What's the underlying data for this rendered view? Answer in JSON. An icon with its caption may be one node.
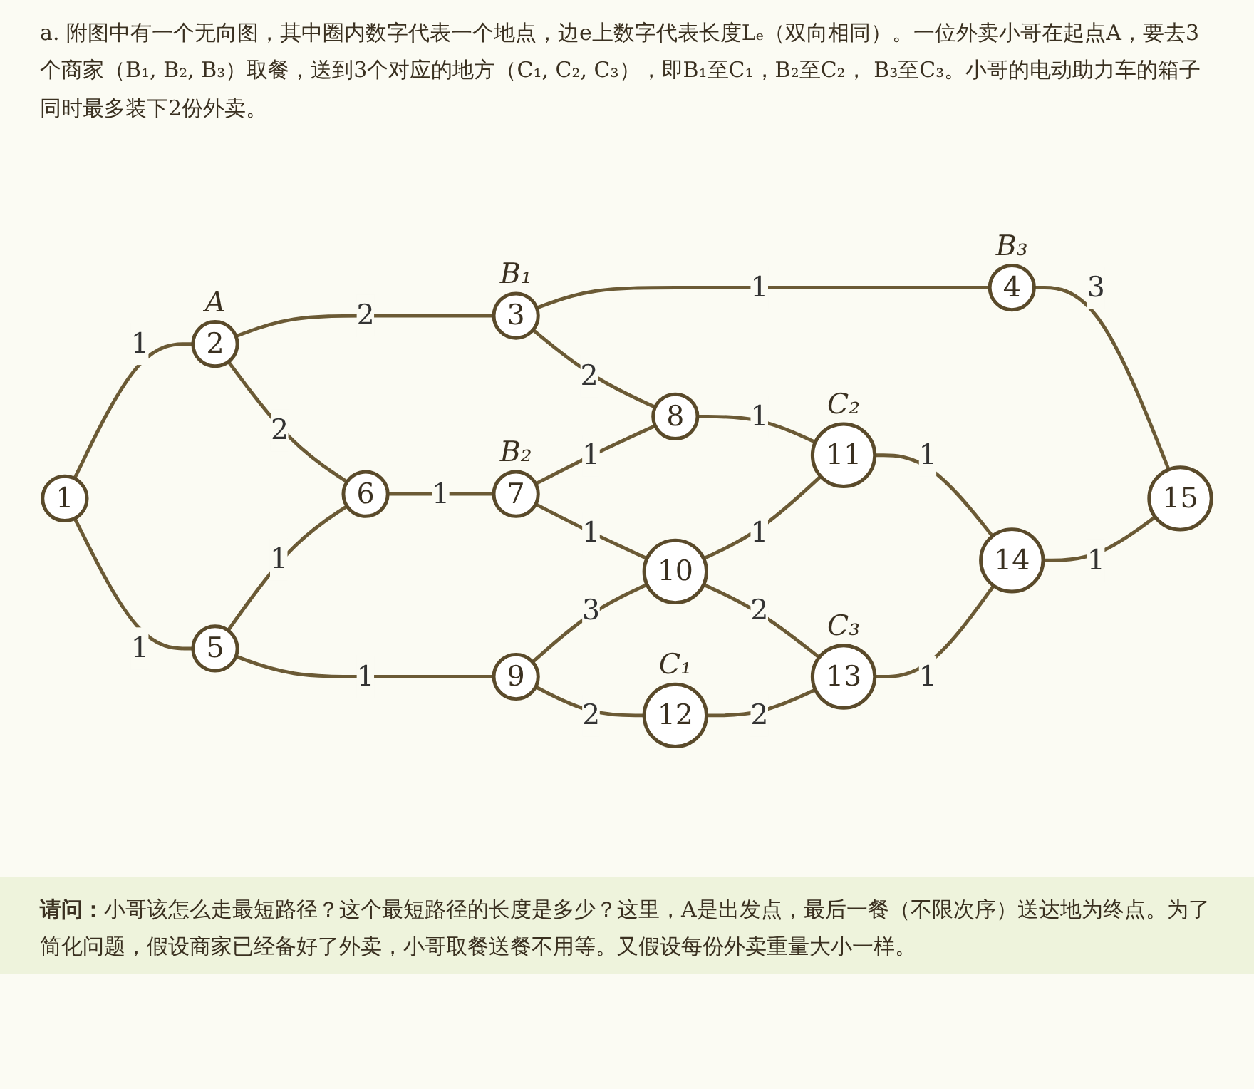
{
  "diagram": {
    "nodes": [
      {
        "text": [
          "1"
        ]
      },
      {
        "text": [
          "2"
        ],
        "beside": [
          "A"
        ]
      },
      {
        "text": [
          "3"
        ],
        "beside": [
          "B₁"
        ]
      },
      {
        "text": [
          "4"
        ],
        "beside": [
          "B₃"
        ]
      },
      {
        "text": [
          "5"
        ]
      },
      {
        "text": [
          "6"
        ]
      },
      {
        "text": [
          "7"
        ],
        "beside": [
          "B₂"
        ]
      },
      {
        "text": [
          "8"
        ]
      },
      {
        "text": [
          "9"
        ]
      },
      {
        "text": [
          "10"
        ]
      },
      {
        "text": [
          "11"
        ],
        "beside": [
          "C₂"
        ]
      },
      {
        "text": [
          "12"
        ],
        "beside": [
          "C₁"
        ]
      },
      {
        "text": [
          "13"
        ],
        "beside": [
          "C₃"
        ]
      },
      {
        "text": [
          "14"
        ]
      },
      {
        "text": [
          "15"
        ]
      }
    ],
    "edges": [
      {
        "from": 0,
        "to": 1,
        "arrow": "none",
        "label": "1"
      },
      {
        "from": 1,
        "to": 2,
        "arrow": "none",
        "label": "2"
      },
      {
        "from": 2,
        "to": 3,
        "arrow": "none",
        "label": "1"
      },
      {
        "from": 0,
        "to": 4,
        "arrow": "none",
        "label": "1"
      },
      {
        "from": 1,
        "to": 5,
        "arrow": "none",
        "label": "2"
      },
      {
        "from": 2,
        "to": 7,
        "arrow": "none",
        "label": "2"
      },
      {
        "from": 3,
        "to": 14,
        "arrow": "none",
        "label": "3"
      },
      {
        "from": 4,
        "to": 5,
        "arrow": "none",
        "label": "1"
      },
      {
        "from": 5,
        "to": 6,
        "arrow": "none",
        "label": "1"
      },
      {
        "from": 6,
        "to": 7,
        "arrow": "none",
        "label": "1"
      },
      {
        "from": 4,
        "to": 8,
        "arrow": "none",
        "label": "1"
      },
      {
        "from": 6,
        "to": 9,
        "arrow": "none",
        "label": "1"
      },
      {
        "from": 7,
        "to": 10,
        "arrow": "none",
        "label": "1"
      },
      {
        "from": 8,
        "to": 9,
        "arrow": "none",
        "label": "3"
      },
      {
        "from": 9,
        "to": 10,
        "arrow": "none",
        "label": "1"
      },
      {
        "from": 8,
        "to": 11,
        "arrow": "none",
        "label": "2"
      },
      {
        "from": 9,
        "to": 12,
        "arrow": "none",
        "label": "2"
      },
      {
        "from": 10,
        "to": 13,
        "arrow": "none",
        "label": "1"
      },
      {
        "from": 11,
        "to": 12,
        "arrow": "none",
        "label": "2"
      },
      {
        "from": 12,
        "to": 13,
        "arrow": "none",
        "label": "1"
      },
      {
        "from": 13,
        "to": 14,
        "arrow": "none",
        "label": "1"
      }
    ],
    "labels": [
      "a. 附图中有一个无向图，其中圈内数字代表一个地点，边e上数字代表长度Lₑ（双向相同）。一位外卖小哥在起点A，要去3个商家（B₁, B₂, B₃）取餐，送到3个对应的地方（C₁, C₂, C₃），即B₁至C₁，B₂至C₂， B₃至C₃。小哥的电动助力车的箱子同时最多装下2份外卖。",
      "**请问：**小哥该怎么走最短路径？这个最短路径的长度是多少？这里，A是出发点，最后一餐（不限次序）送达地为终点。为了简化问题，假设商家已经备好了外卖，小哥取餐送餐不用等。又假设每份外卖重量大小一样。"
    ]
  }
}
